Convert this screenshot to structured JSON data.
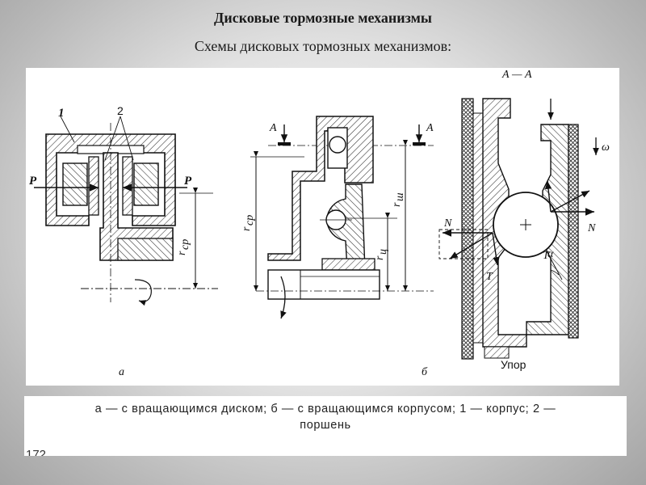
{
  "slide": {
    "title": "Дисковые тормозные механизмы",
    "subtitle": "Схемы дисковых тормозных механизмов:"
  },
  "diagram": {
    "labels": {
      "housing_number": "1",
      "piston_number": "2",
      "force_left": "P",
      "force_right": "P",
      "r_avg_a": "r",
      "r_avg_a_sub": "ср",
      "panel_a": "а",
      "section_left": "А",
      "section_right": "А",
      "r_avg_b": "r",
      "r_avg_b_sub": "ср",
      "r_ball": "r",
      "r_ball_sub": "ш",
      "r_piston": "r",
      "r_piston_sub": "ц",
      "panel_b": "б",
      "section_title": "А — А",
      "omega": "ω",
      "tangential_top": "T",
      "tangential_bottom": "T",
      "normal_left": "N",
      "normal_right": "N",
      "alpha": "α",
      "stop": "Упор"
    }
  },
  "caption": {
    "line1": "а — с вращающимся диском; б — с вращающимся корпусом; 1 — корпус; 2 —",
    "line2": "поршень",
    "page_number": "172"
  }
}
